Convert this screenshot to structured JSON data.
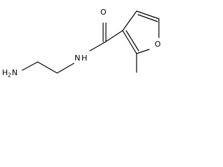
{
  "molecule": {
    "labels": {
      "amine_h": "H",
      "amine_h_count": "2",
      "amine_n": "N",
      "amide_n": "N",
      "amide_h": "H",
      "carbonyl_o": "O",
      "ring_o": "O"
    }
  }
}
